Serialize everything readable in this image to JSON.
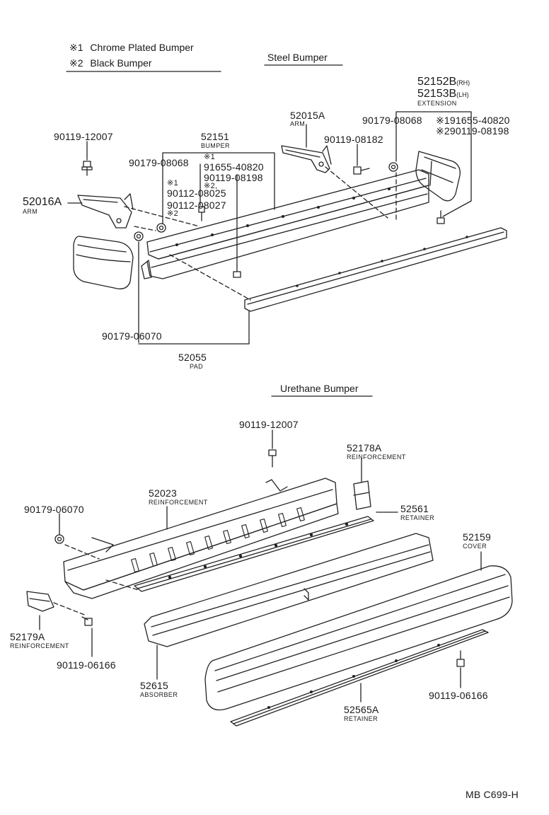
{
  "legend": {
    "items": [
      {
        "mark": "※1",
        "text": "Chrome Plated Bumper"
      },
      {
        "mark": "※2",
        "text": "Black Bumper"
      }
    ]
  },
  "sections": {
    "steel": "Steel Bumper",
    "urethane": "Urethane Bumper"
  },
  "steel_parts": {
    "p90119_12007": "90119-12007",
    "p52016A": "52016A",
    "p52016A_name": "ARM",
    "p52151": "52151",
    "p52151_name": "BUMPER",
    "p90179_08068_left": "90179-08068",
    "mark1a": "※1",
    "p91655_40820": "91655-40820",
    "p90119_08198": "90119-08198",
    "mark2a": "※2,",
    "mark1b": "※1",
    "p90112_08025": "90112-08025",
    "p90112_08027": "90112-08027",
    "mark2b": "※2",
    "p52015A": "52015A",
    "p52015A_name": "ARM",
    "p90119_08182": "90119-08182",
    "p90179_08068_right": "90179-08068",
    "p52152B": "52152B",
    "p52152B_side": "(RH)",
    "p52153B": "52153B",
    "p52153B_side": "(LH)",
    "ext_name": "EXTENSION",
    "p91655_40820_b": "※191655-40820",
    "p90119_08198_b": "※290119-08198",
    "p90179_06070": "90179-06070",
    "p52055": "52055",
    "p52055_name": "PAD"
  },
  "urethane_parts": {
    "p90119_12007": "90119-12007",
    "p52178A": "52178A",
    "p52178A_name": "REINFORCEMENT",
    "p52023": "52023",
    "p52023_name": "REINFORCEMENT",
    "p90179_06070": "90179-06070",
    "p52561": "52561",
    "p52561_name": "RETAINER",
    "p52159": "52159",
    "p52159_name": "COVER",
    "p52179A": "52179A",
    "p52179A_name": "REINFORCEMENT",
    "p90119_06166_left": "90119-06166",
    "p52615": "52615",
    "p52615_name": "ABSORBER",
    "p52565A": "52565A",
    "p52565A_name": "RETAINER",
    "p90119_06166_right": "90119-06166"
  },
  "footer": {
    "code": "MB C699-H"
  }
}
